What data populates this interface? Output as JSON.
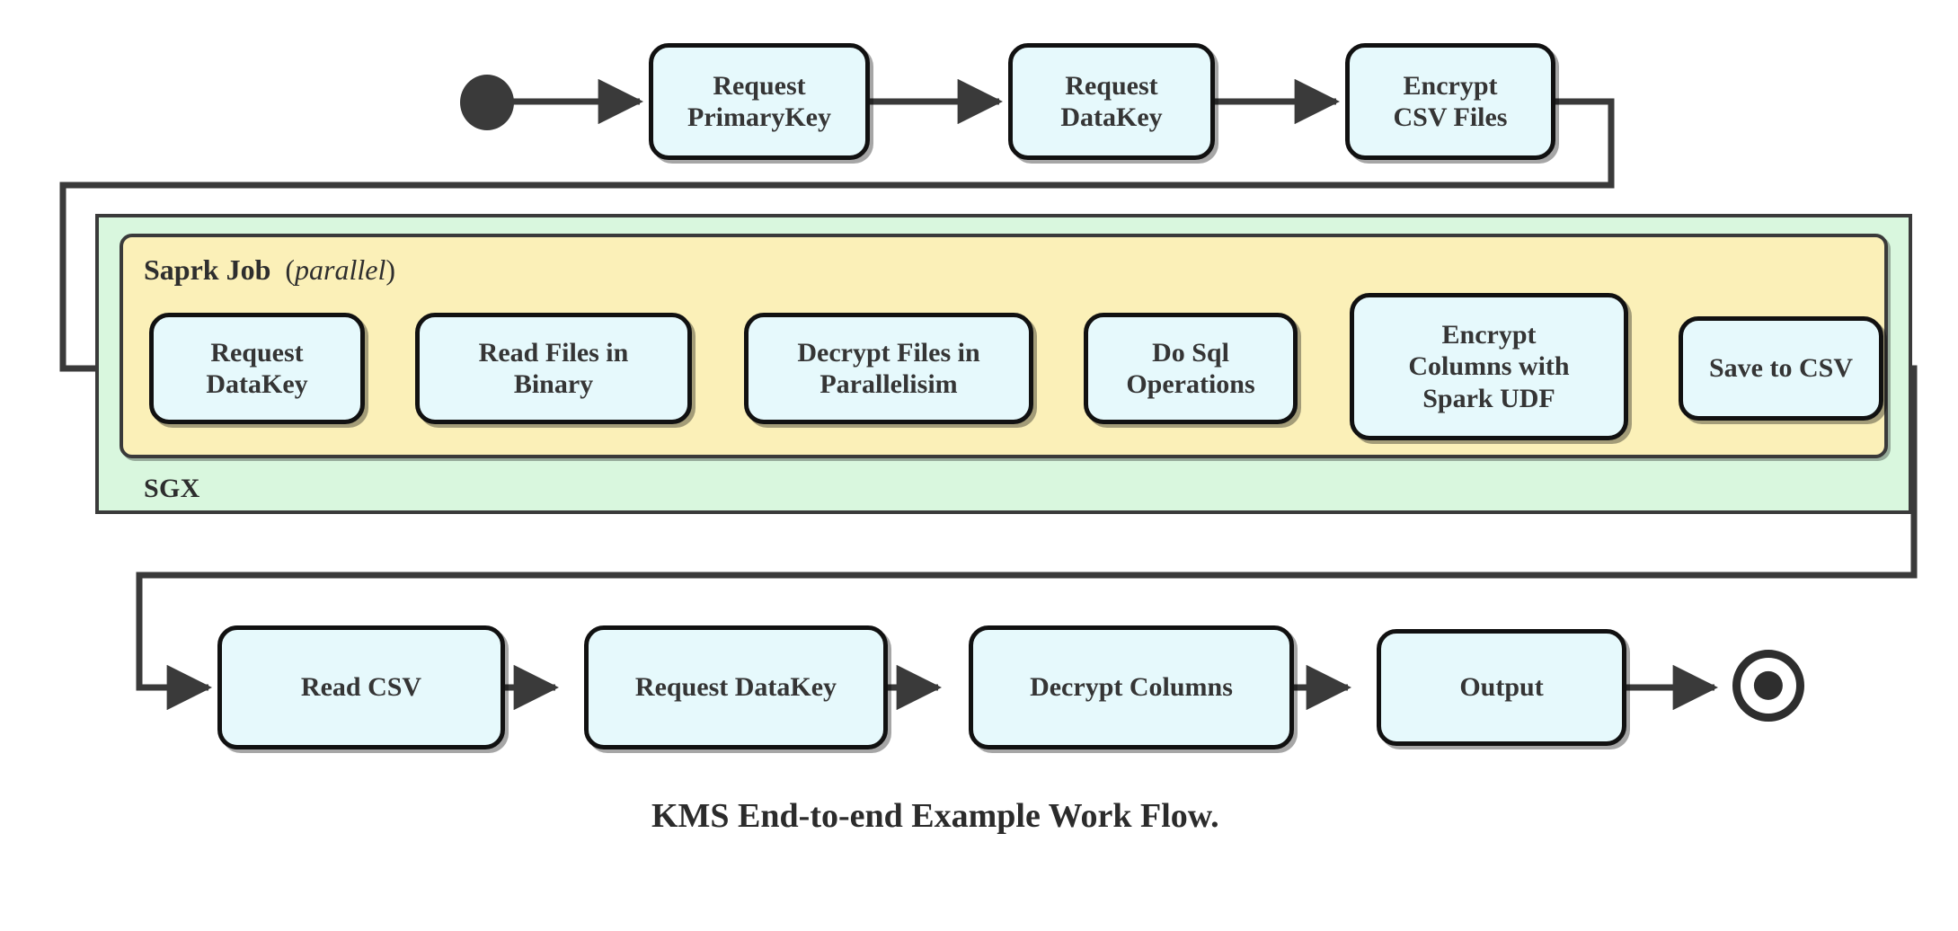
{
  "diagram": {
    "caption": "KMS End-to-end Example Work Flow.",
    "colors": {
      "node_fill": "#e6f9fc",
      "node_stroke": "#111111",
      "spark_fill": "#fbf0b8",
      "sgx_fill": "#d9f7de",
      "edge": "#3a3a3a",
      "text": "#353535"
    },
    "containers": {
      "sgx": {
        "label": "SGX"
      },
      "spark": {
        "label_bold": "Saprk Job",
        "label_italic": "parallel",
        "label_open": "(",
        "label_close": ")"
      }
    },
    "markers": {
      "start": "start-node",
      "end": "end-node"
    },
    "rows": {
      "top": [
        {
          "id": "request-primarykey",
          "line1": "Request",
          "line2": "PrimaryKey"
        },
        {
          "id": "request-datakey-top",
          "line1": "Request",
          "line2": "DataKey"
        },
        {
          "id": "encrypt-csv-files",
          "line1": "Encrypt",
          "line2": "CSV Files"
        }
      ],
      "spark": [
        {
          "id": "request-datakey-spark",
          "line1": "Request",
          "line2": "DataKey",
          "line3": ""
        },
        {
          "id": "read-files-in-binary",
          "line1": "Read Files in",
          "line2": "Binary",
          "line3": ""
        },
        {
          "id": "decrypt-files-in-parallelisim",
          "line1": "Decrypt Files in",
          "line2": "Parallelisim",
          "line3": ""
        },
        {
          "id": "do-sql-operations",
          "line1": "Do Sql",
          "line2": "Operations",
          "line3": ""
        },
        {
          "id": "encrypt-columns-with-spark-udf",
          "line1": "Encrypt",
          "line2": "Columns with",
          "line3": "Spark UDF"
        },
        {
          "id": "save-to-csv",
          "line1": "Save to CSV",
          "line2": "",
          "line3": ""
        }
      ],
      "bottom": [
        {
          "id": "read-csv",
          "line1": "Read CSV",
          "line2": ""
        },
        {
          "id": "request-datakey-bottom",
          "line1": "Request DataKey",
          "line2": ""
        },
        {
          "id": "decrypt-columns",
          "line1": "Decrypt Columns",
          "line2": ""
        },
        {
          "id": "output",
          "line1": "Output",
          "line2": ""
        }
      ]
    }
  }
}
